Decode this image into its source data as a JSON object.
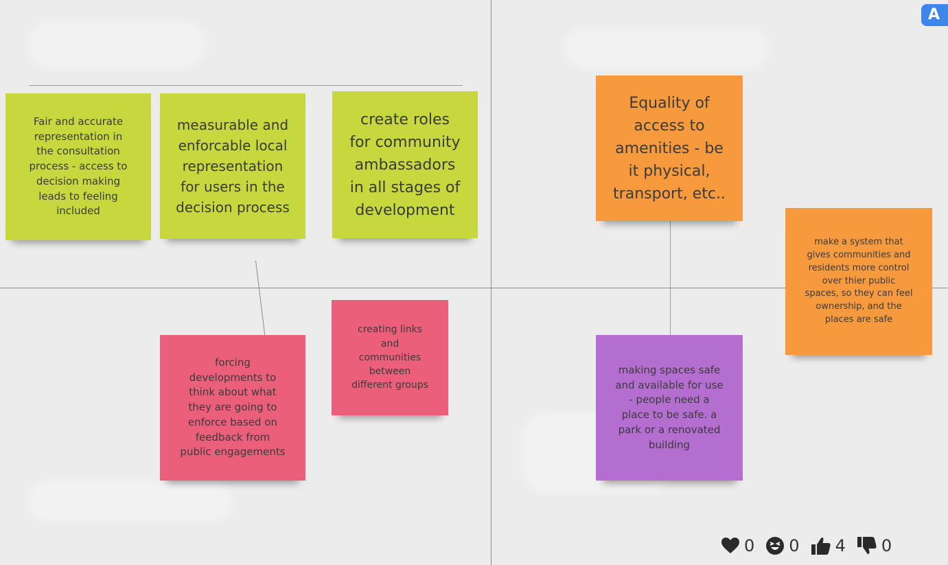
{
  "notes": {
    "n1": "Fair and accurate\nrepresentation in\nthe consultation\nprocess - access to\ndecision making\nleads to feeling\nincluded",
    "n2": "measurable and\nenforcable local\nrepresentation\nfor users in the\ndecision process",
    "n3": "create roles\nfor community\nambassadors\nin all stages of\ndevelopment",
    "n4": "Equality of\naccess to\namenities - be\nit physical,\ntransport, etc..",
    "n5": "make a system that\ngives communities and\nresidents more control\nover thier public\nspaces, so they can feel\nownership, and the\nplaces are safe",
    "n6": "forcing\ndevelopments to\nthink about what\nthey are going to\nenforce based on\nfeedback from\npublic engagements",
    "n7": "creating links\nand\ncommunities\nbetween\ndifferent groups",
    "n8": "making spaces safe\nand available for use\n- people need a\nplace to be safe. a\npark or a renovated\nbuilding"
  },
  "corner_button": {
    "label": "A"
  },
  "reactions": {
    "heart": {
      "icon": "heart-icon",
      "count": "0"
    },
    "laugh": {
      "icon": "laughing-face-icon",
      "count": "0"
    },
    "thumbs_up": {
      "icon": "thumbs-up-icon",
      "count": "4"
    },
    "thumbs_down": {
      "icon": "thumbs-down-icon",
      "count": "0"
    }
  },
  "colors": {
    "green": "#c6d83d",
    "orange": "#f79a3e",
    "pink": "#ec5f7b",
    "purple": "#b46ed0",
    "accent": "#3f86ea"
  }
}
